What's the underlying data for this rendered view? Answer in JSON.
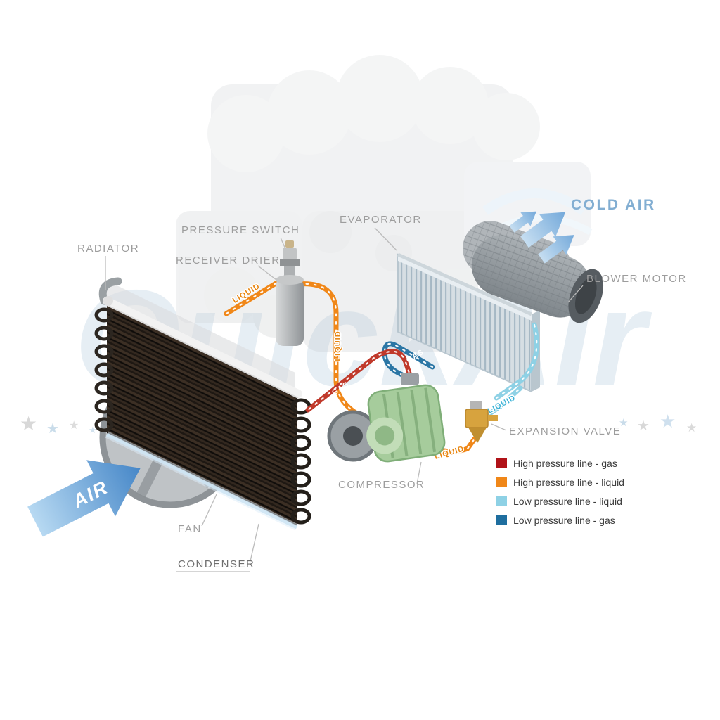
{
  "watermark": {
    "brand": "QuickAir",
    "star": "★"
  },
  "labels": {
    "radiator": "RADIATOR",
    "pressure_switch": "PRESSURE SWITCH",
    "receiver_drier": "RECEIVER DRIER",
    "evaporator": "EVAPORATOR",
    "cold_air": "COLD AIR",
    "blower_motor": "BLOWER MOTOR",
    "expansion_valve": "EXPANSION VALVE",
    "compressor": "COMPRESSOR",
    "fan": "FAN",
    "condenser": "CONDENSER",
    "air": "AIR"
  },
  "pipe_labels": {
    "liquid_condenser_to_drier": "LIQUID",
    "liquid_vertical": "LIQUID",
    "liquid_to_expansion_valve": "LIQUID",
    "liquid_to_evaporator": "LIQUID",
    "gas_to_compressor": "GAS",
    "gas_to_condenser": "GAS"
  },
  "legend": {
    "items": [
      {
        "color": "#b01218",
        "label": "High pressure line - gas"
      },
      {
        "color": "#f08718",
        "label": "High pressure line - liquid"
      },
      {
        "color": "#8ed1e5",
        "label": "Low pressure line - liquid"
      },
      {
        "color": "#1e6e9f",
        "label": "Low pressure line -  gas"
      }
    ]
  },
  "colors": {
    "high_gas": "#c0392b",
    "high_liquid": "#f08718",
    "low_liquid": "#8ed1e5",
    "low_gas": "#2b76a5",
    "air_arrow": "#4687c8",
    "cold_air_text": "#82aed2"
  }
}
